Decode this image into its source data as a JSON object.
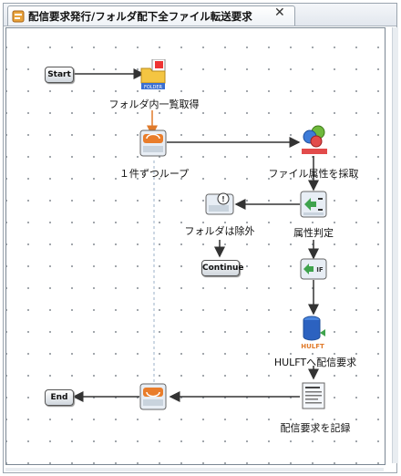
{
  "tab": {
    "title": "配信要求発行/フォルダ配下全ファイル転送要求",
    "close": "✕"
  },
  "nodes": {
    "start": "Start",
    "folder_list": "フォルダ内一覧取得",
    "loop": "１件ずつループ",
    "attr_get": "ファイル属性を採取",
    "attr_check": "属性判定",
    "folder_skip": "フォルダは除外",
    "continue": "Continue",
    "hulft": "HULFTへ配信要求",
    "record": "配信要求を記録",
    "end": "End",
    "loop_end": ""
  },
  "icon_texts": {
    "folder_badge": "FOLDER",
    "hulft_badge": "HULFT",
    "cond_mark": "!",
    "if_mark": "IF"
  }
}
